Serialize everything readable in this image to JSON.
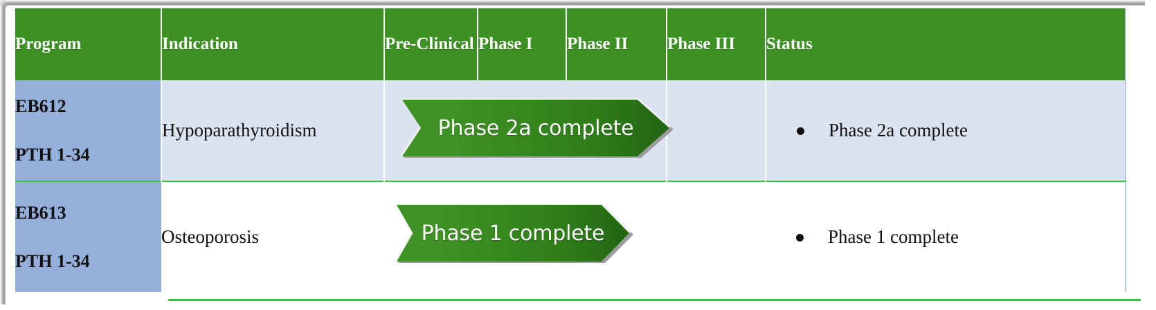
{
  "table": {
    "columns": [
      {
        "key": "program",
        "label": "Program"
      },
      {
        "key": "indication",
        "label": "Indication"
      },
      {
        "key": "preclinical",
        "label": "Pre-Clinical"
      },
      {
        "key": "phase1",
        "label": "Phase I"
      },
      {
        "key": "phase2",
        "label": "Phase II"
      },
      {
        "key": "phase3",
        "label": "Phase III"
      },
      {
        "key": "status",
        "label": "Status"
      }
    ],
    "rows": [
      {
        "program_name": "EB612",
        "program_sub": "PTH 1-34",
        "indication": "Hypoparathyroidism",
        "progress_label": "Phase 2a complete",
        "status_items": [
          "Phase 2a complete"
        ]
      },
      {
        "program_name": "EB613",
        "program_sub": "PTH 1-34",
        "indication": "Osteoporosis",
        "progress_label": "Phase 1 complete",
        "status_items": [
          "Phase 1 complete"
        ]
      }
    ]
  },
  "colors": {
    "header_green": "#3d9122",
    "program_blue": "#95afdb",
    "row1_light_blue": "#dce3f0",
    "divider_green": "#3fc04a",
    "chevron_green_light": "#3f9224",
    "chevron_green_dark": "#236412"
  }
}
